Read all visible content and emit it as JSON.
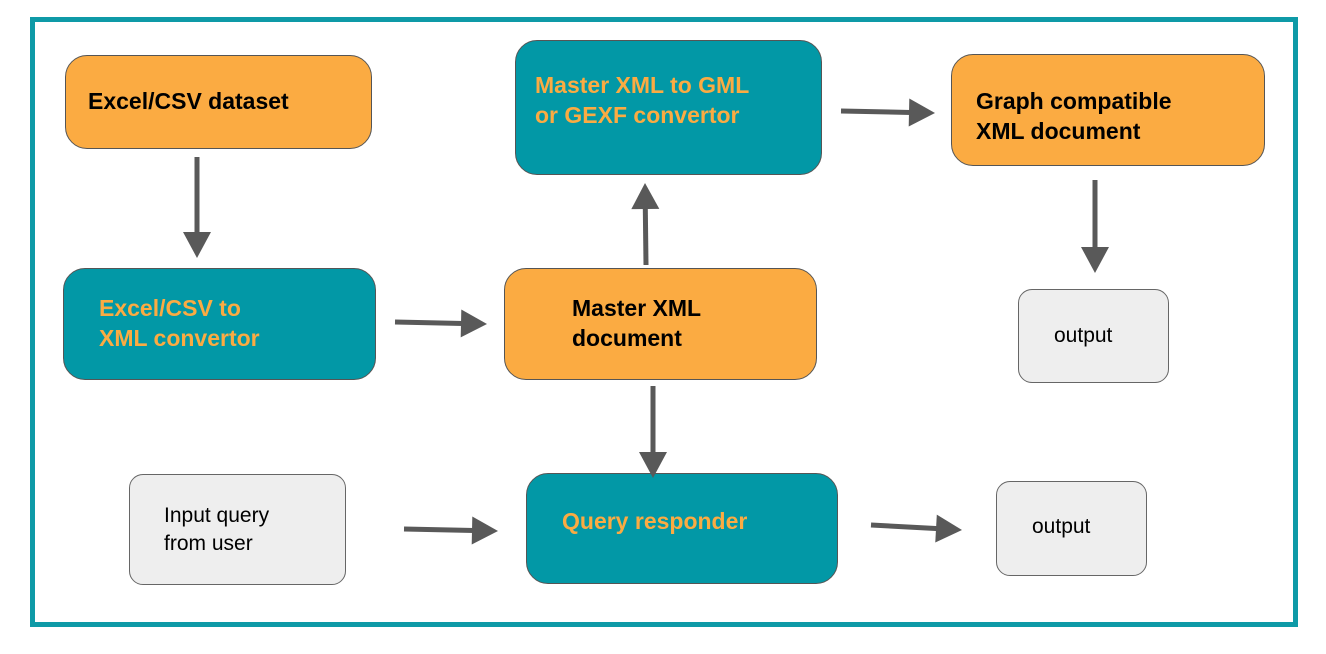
{
  "colors": {
    "frame_border": "#0e9aa7",
    "process_fill": "#0298a6",
    "document_fill": "#fbab42",
    "io_fill": "#eeeeee",
    "arrow": "#595959"
  },
  "nodes": {
    "excel_dataset": "Excel/CSV dataset",
    "excel_converter": "Excel/CSV to\nXML convertor",
    "master_xml": "Master XML\ndocument",
    "gml_converter": "Master XML to GML\nor GEXF convertor",
    "graph_xml": "Graph compatible\nXML document",
    "graph_output": "output",
    "query_responder": "Query responder",
    "input_query": "Input query\nfrom user",
    "query_output": "output"
  },
  "edges": [
    {
      "from": "excel_dataset",
      "to": "excel_converter"
    },
    {
      "from": "excel_converter",
      "to": "master_xml"
    },
    {
      "from": "master_xml",
      "to": "gml_converter"
    },
    {
      "from": "gml_converter",
      "to": "graph_xml"
    },
    {
      "from": "graph_xml",
      "to": "graph_output"
    },
    {
      "from": "master_xml",
      "to": "query_responder"
    },
    {
      "from": "input_query",
      "to": "query_responder"
    },
    {
      "from": "query_responder",
      "to": "query_output"
    }
  ]
}
